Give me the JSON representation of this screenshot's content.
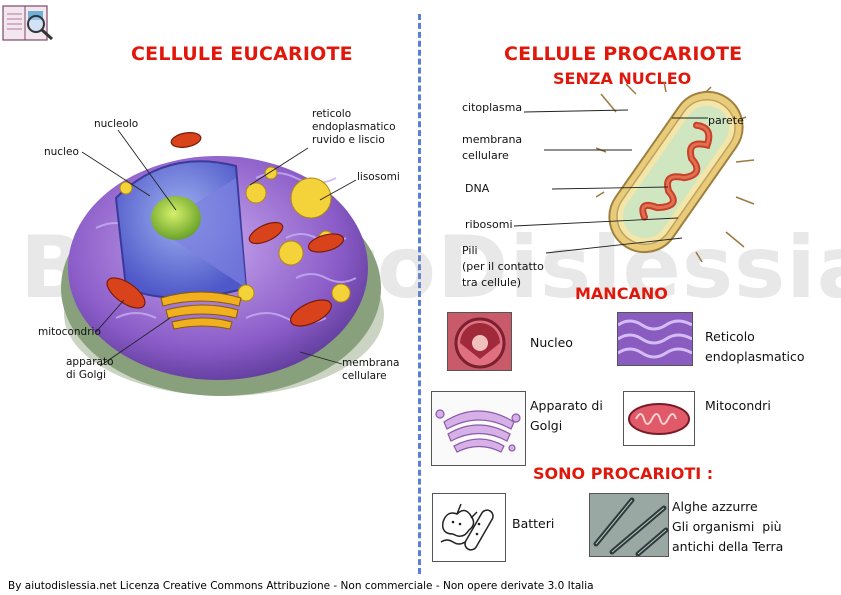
{
  "left": {
    "title": "CELLULE EUCARIOTE",
    "labels": {
      "nucleolo": "nucleolo",
      "reticolo": "reticolo\nendoplasmatico\nruvido e liscio",
      "nucleo": "nucleo",
      "lisosomi": "lisosomi",
      "mitocondrio": "mitocondrio",
      "golgi": "apparato\ndi Golgi",
      "membrana": "membrana\ncellulare"
    }
  },
  "right": {
    "title": "CELLULE PROCARIOTE",
    "subtitle": "SENZA NUCLEO",
    "labels": {
      "citoplasma": "citoplasma",
      "membrana": "membrana\ncellulare",
      "parete": "parete",
      "dna": "DNA",
      "ribosomi": "ribosomi",
      "pili": "Pili\n(per il contatto\ntra cellule)"
    },
    "mancano": {
      "heading": "MANCANO",
      "items": [
        {
          "label": "Nucleo"
        },
        {
          "label": "Reticolo\nendoplasmatico"
        },
        {
          "label": "Apparato di\nGolgi"
        },
        {
          "label": "Mitocondri"
        }
      ]
    },
    "procarioti": {
      "heading": "SONO PROCARIOTI :",
      "items": [
        {
          "label": "Batteri"
        },
        {
          "label": "Alghe azzurre\nGli organismi  più\nantichi della Terra"
        }
      ]
    }
  },
  "watermark": "By AiutoDislessia.net",
  "footer": "By aiutodislessia.net Licenza Creative Commons Attribuzione - Non commerciale - Non opere derivate 3.0 Italia",
  "colors": {
    "title_red": "#e0180c",
    "divider_blue": "#5b7fd9"
  }
}
